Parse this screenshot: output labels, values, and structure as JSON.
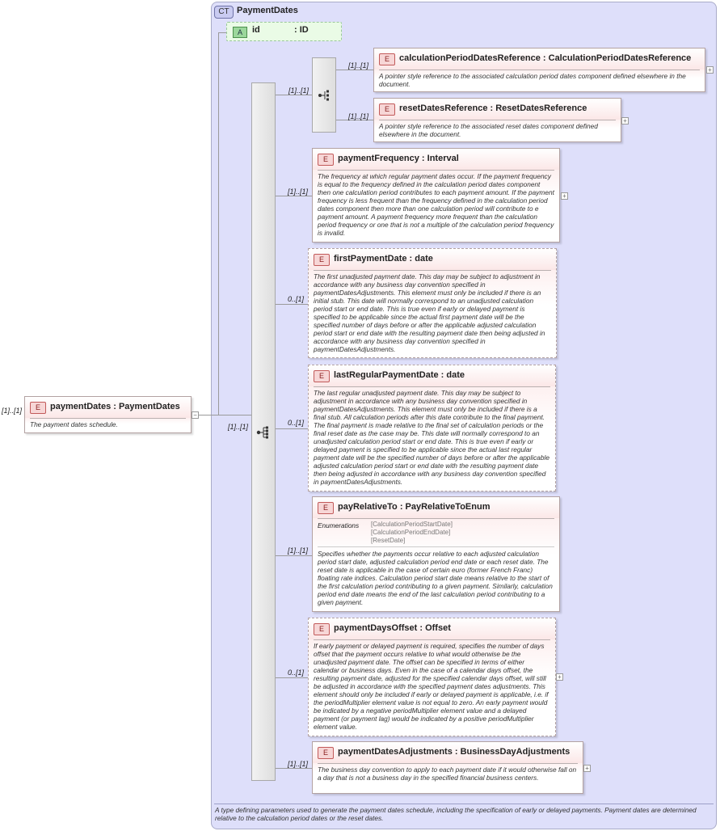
{
  "complex_type": {
    "badge": "CT",
    "name": "PaymentDates",
    "documentation": "A type defining parameters used to generate the payment dates schedule, including the specification of early or delayed payments. Payment dates are determined relative to the calculation period dates or the reset dates."
  },
  "root": {
    "cardinality": "[1]..[1]",
    "badge": "E",
    "title": "paymentDates : PaymentDates",
    "documentation": "The payment dates schedule.",
    "collapse": "−"
  },
  "attribute": {
    "badge": "A",
    "name": "id",
    "type": ": ID"
  },
  "choice": {
    "cardinality": "[1]..[1]"
  },
  "sequence": {
    "cardinality": "[1]..[1]"
  },
  "elements": [
    {
      "key": "calc",
      "cardinality": "[1]..[1]",
      "badge": "E",
      "title": "calculationPeriodDatesReference : CalculationPeriodDatesReference",
      "documentation": "A pointer style reference to the associated calculation period dates component defined elsewhere in the document.",
      "expander": "+"
    },
    {
      "key": "reset",
      "cardinality": "[1]..[1]",
      "badge": "E",
      "title": "resetDatesReference : ResetDatesReference",
      "documentation": "A pointer style reference to the associated reset dates component defined elsewhere in the document.",
      "expander": "+"
    },
    {
      "key": "freq",
      "cardinality": "[1]..[1]",
      "badge": "E",
      "title": "paymentFrequency : Interval",
      "documentation": "The frequency at which regular payment dates occur. If the payment frequency is equal to the frequency defined in the calculation period dates component then one calculation period contributes to each payment amount. If the payment frequency is less frequent than the frequency defined in the calculation period dates component then more than one calculation period will contribute to e payment amount. A payment frequency more frequent than the calculation period frequency or one that is not a multiple of the calculation period frequency is invalid.",
      "expander": "+"
    },
    {
      "key": "first",
      "cardinality": "0..[1]",
      "badge": "E",
      "title": "firstPaymentDate : date",
      "documentation": "The first unadjusted payment date. This day may be subject to adjustment in accordance with any business day convention specified in paymentDatesAdjustments. This element must only be included if there is an initial stub. This date will normally correspond to an unadjusted calculation period start or end date. This is true even if early or delayed payment is specified to be applicable since the actual first payment date will be the specified number of days before or after the applicable adjusted calculation period start or end date with the resulting payment date then being adjusted in accordance with any business day convention specified in paymentDatesAdjustments.",
      "expander": ""
    },
    {
      "key": "last",
      "cardinality": "0..[1]",
      "badge": "E",
      "title": "lastRegularPaymentDate : date",
      "documentation": "The last regular unadjusted payment date. This day may be subject to adjustment in accordance with any business day convention specified in paymentDatesAdjustments. This element must only be included if there is a final stub. All calculation periods after this date contribute to the final payment. The final payment is made relative to the final set of calculation periods or the final reset date as the case may be. This date will normally correspond to an unadjusted calculation period start or end date. This is true even if early or delayed payment is specified to be applicable since the actual last regular payment date will be the specified number of days before or after the applicable adjusted calculation period start or end date with the resulting payment date then being adjusted in accordance with any business day convention specified in paymentDatesAdjustments.",
      "expander": ""
    },
    {
      "key": "payrel",
      "cardinality": "[1]..[1]",
      "badge": "E",
      "title": "payRelativeTo : PayRelativeToEnum",
      "enum_label": "Enumerations",
      "enum_values": [
        "[CalculationPeriodStartDate]",
        "[CalculationPeriodEndDate]",
        "[ResetDate]"
      ],
      "documentation": "Specifies whether the payments occur relative to each adjusted calculation period start date, adjusted calculation period end date or each reset date. The reset date is applicable in the case of certain euro (former French Franc) floating rate indices. Calculation period start date means relative to the start of the first calculation period contributing to a given payment. Similarly, calculation period end date means the end of the last calculation period contributing to a given payment.",
      "expander": ""
    },
    {
      "key": "offset",
      "cardinality": "0..[1]",
      "badge": "E",
      "title": "paymentDaysOffset : Offset",
      "documentation": "If early payment or delayed payment is required, specifies the number of days offset that the payment occurs relative to what would otherwise be the unadjusted payment date. The offset can be specified in terms of either calendar or business days. Even in the case of a calendar days offset, the resulting payment date, adjusted for the specified calendar days offset, will still be adjusted in accordance with the specified payment dates adjustments. This element should only be included if early or delayed payment is applicable, i.e. if the periodMultiplier element value is not equal to zero. An early payment would be indicated by a negative periodMultiplier element value and a delayed payment (or payment lag) would be indicated by a positive periodMultiplier element value.",
      "expander": "+"
    },
    {
      "key": "adj",
      "cardinality": "[1]..[1]",
      "badge": "E",
      "title": "paymentDatesAdjustments : BusinessDayAdjustments",
      "documentation": "The business day convention to apply to each payment date if it would otherwise fall on a day that is not a business day in the specified financial business centers.",
      "expander": "+"
    }
  ]
}
